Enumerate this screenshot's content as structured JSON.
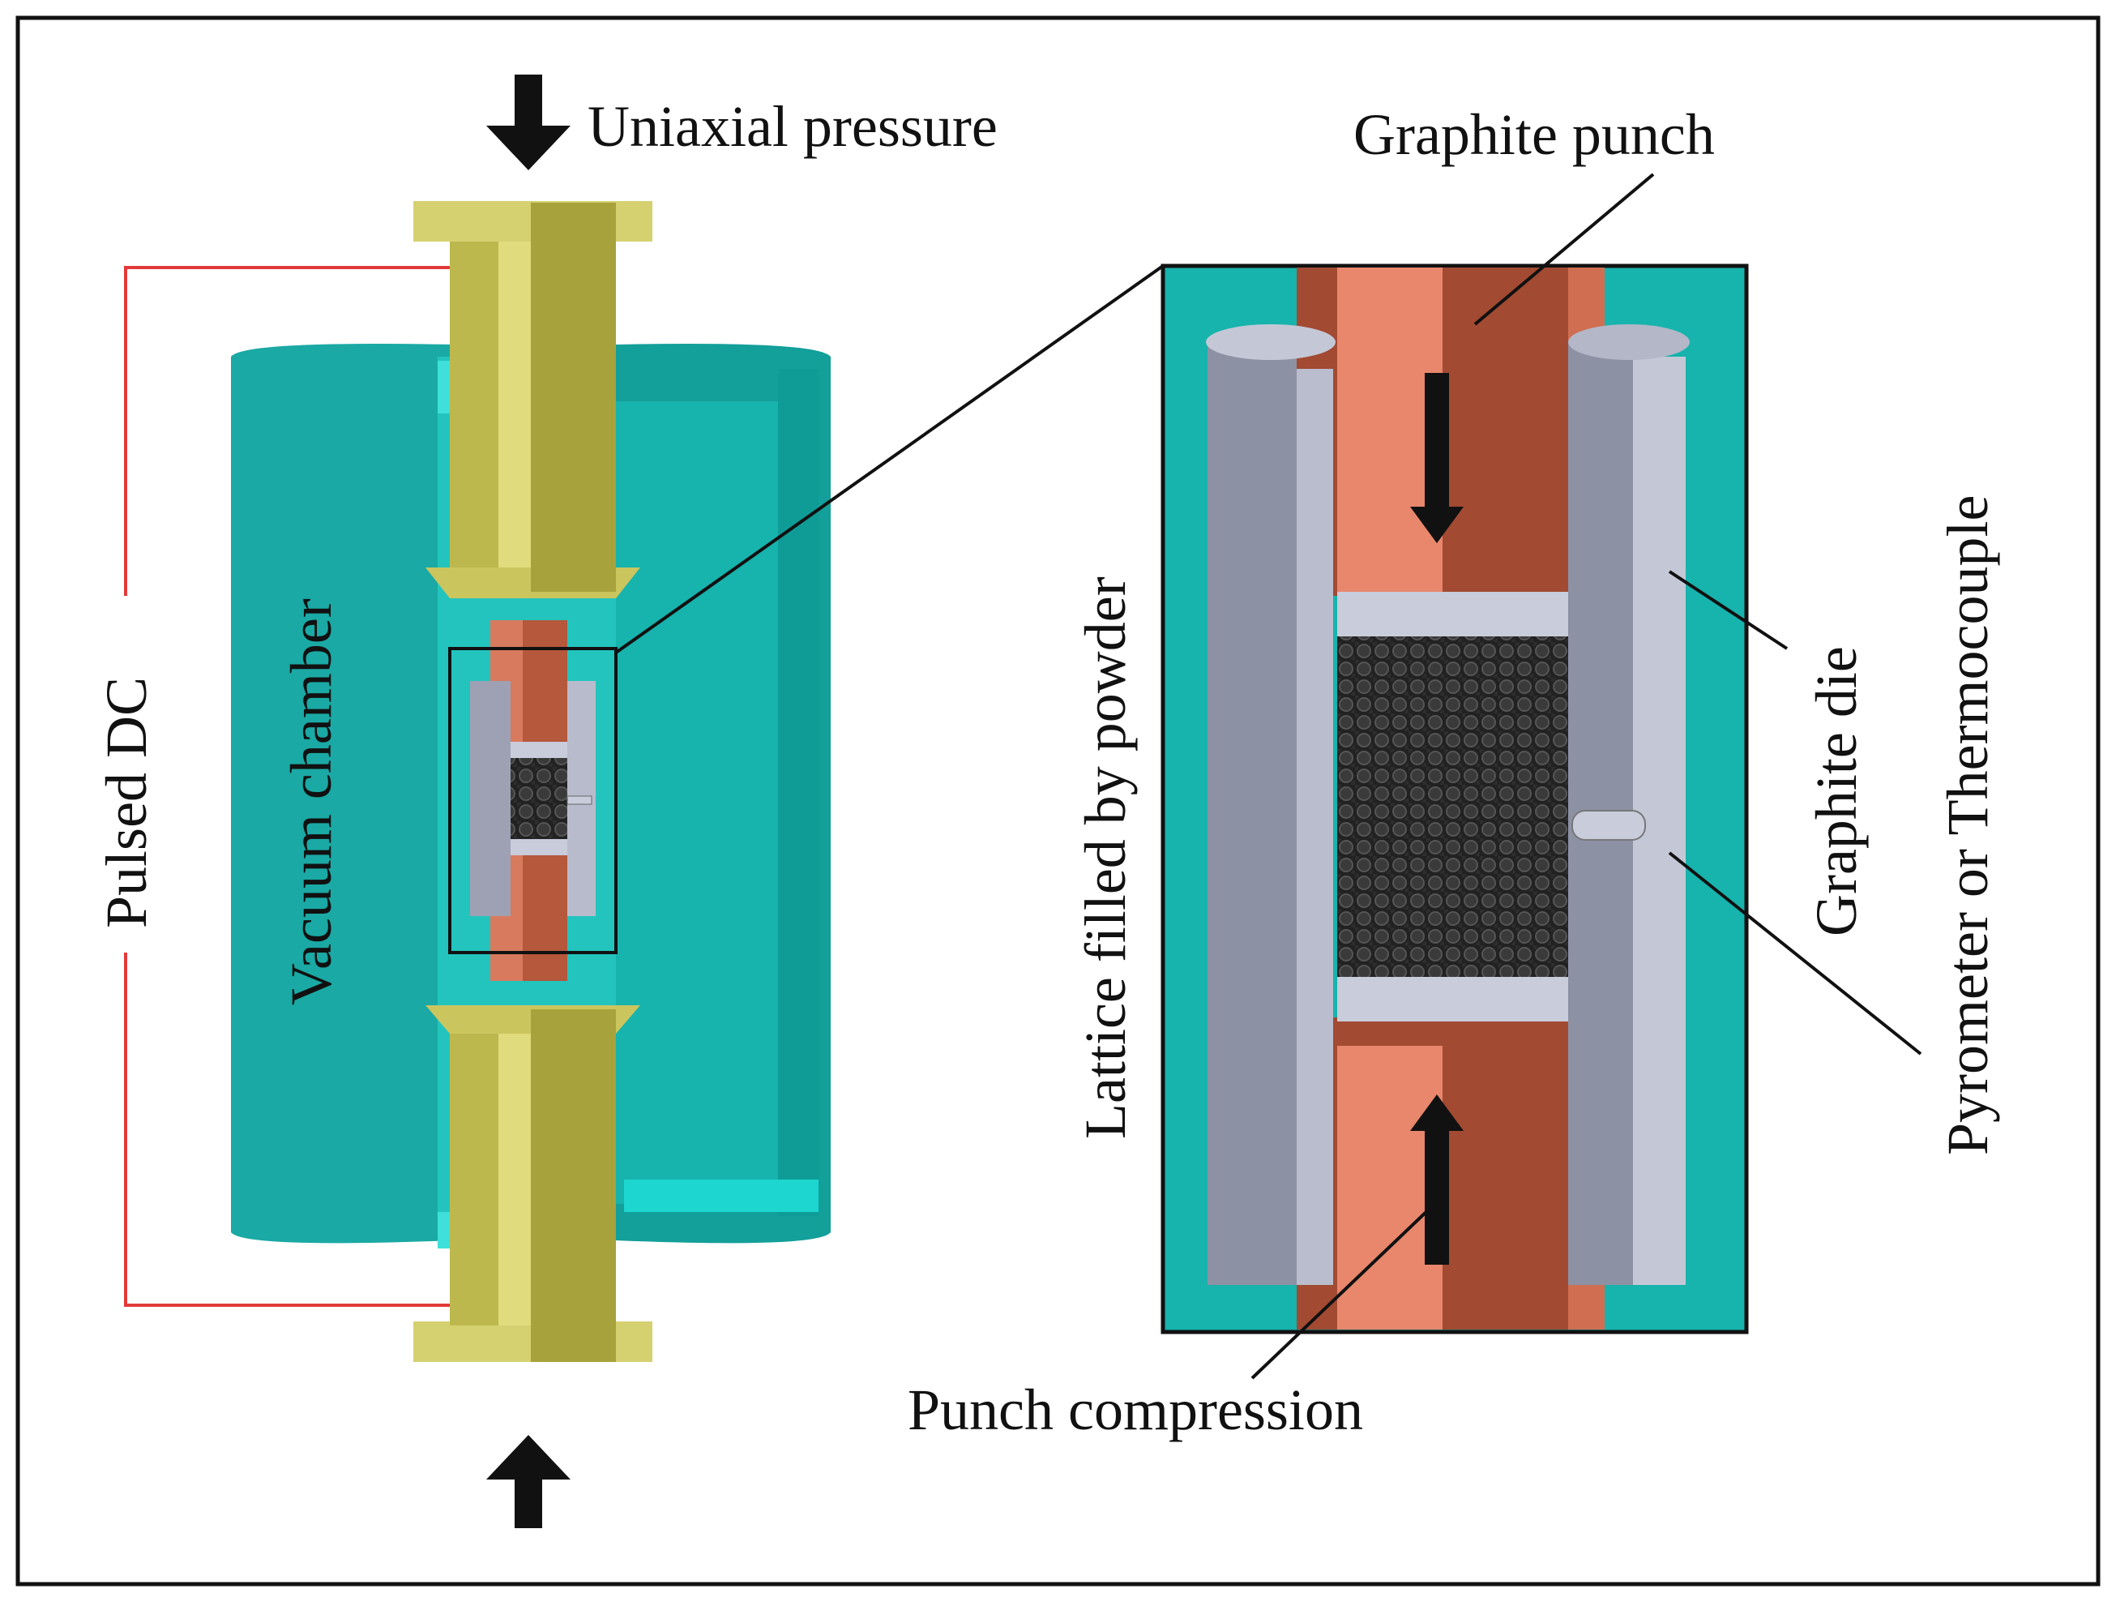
{
  "labels": {
    "uniaxial_pressure": "Uniaxial pressure",
    "graphite_punch": "Graphite punch",
    "vacuum_chamber": "Vacuum chamber",
    "pulsed_dc": "Pulsed DC",
    "lattice_filled_by_powder": "Lattice filled by powder",
    "graphite_die": "Graphite die",
    "pyrometer_or_thermocouple": "Pyrometer or Thermocouple",
    "punch_compression": "Punch compression"
  },
  "colors": {
    "chamber_teal": "#1fb5b0",
    "electrode_olive": "#c4bf55",
    "punch_copper": "#b5583c",
    "die_grey": "#a9adbf",
    "circuit_red": "#e23a3a"
  }
}
